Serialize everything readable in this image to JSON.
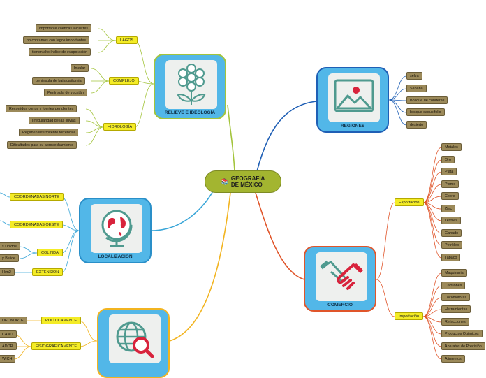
{
  "center": {
    "title_line1": "GEOGRAFÍA",
    "title_line2": "DE MÉXICO"
  },
  "relieve": {
    "title": "RELIEVE E IDEOLOGÍA",
    "lagos": {
      "label": "LAGOS",
      "items": [
        "importante cuencas lacustres",
        "no contamos con lagos importantes",
        "tienen alto índice de evaporación"
      ]
    },
    "complejo": {
      "label": "COMPLEJO",
      "items": [
        "Insular",
        "península de baja california",
        "Península de yucatán"
      ]
    },
    "hidrologia": {
      "label": "HIDROLOGÍA",
      "items": [
        "Recorridos cortos y fuertes pendientes",
        "Irregularidad de las lluvias",
        "Régimen intermitente torrencial",
        "Dificultades para su aprovechamiento"
      ]
    }
  },
  "regiones": {
    "title": "REGIONES",
    "items": [
      "selva",
      "Sabana",
      "Bosque de coníferas",
      "bosque caducifolio",
      "desierto"
    ]
  },
  "localizacion": {
    "title": "LOCALIZACIÓN",
    "coord_norte": "COORDENADAS NORTE",
    "coord_oeste": "COORDENADAS OESTE",
    "colinda": {
      "label": "COLINDA",
      "items": [
        "s Unidos",
        "y Belice"
      ]
    },
    "extension": {
      "label": "EXTENSIÓN",
      "items": [
        "l km2"
      ]
    }
  },
  "comercio": {
    "title": "COMERCIO",
    "exportacion": {
      "label": "Exportación",
      "items": [
        "Metales",
        "Oro",
        "Plata",
        "Plomo",
        "Cobre",
        "Zinc",
        "Textiles",
        "Ganado",
        "Petróleo",
        "Tabaco"
      ]
    },
    "importacion": {
      "label": "Importación",
      "items": [
        "Maquinaria",
        "Camiones",
        "Locomotoras",
        "Herramientas",
        "Refacciones",
        "Productos Químicos",
        "Aparatos de Precisión",
        "Alimentos"
      ]
    }
  },
  "cuarto": {
    "politicamente": {
      "label": "POLÍTICAMENTE",
      "items": [
        "DEL NORTE"
      ]
    },
    "fisiograficamente": {
      "label": "FISIOGRÁFICAMENTE",
      "items": [
        "CANO",
        "ADOR",
        "WICH"
      ]
    }
  },
  "colors": {
    "center": "#a3b530",
    "topic": "#52b7e8",
    "subtopic": "#f4ec26",
    "leaf": "#9c8a5a",
    "line_relieve": "#a3c43c",
    "line_regiones": "#1f5fb5",
    "line_localizacion": "#3aa6d8",
    "line_comercio": "#e0552a",
    "line_cuarto": "#f2b420"
  }
}
